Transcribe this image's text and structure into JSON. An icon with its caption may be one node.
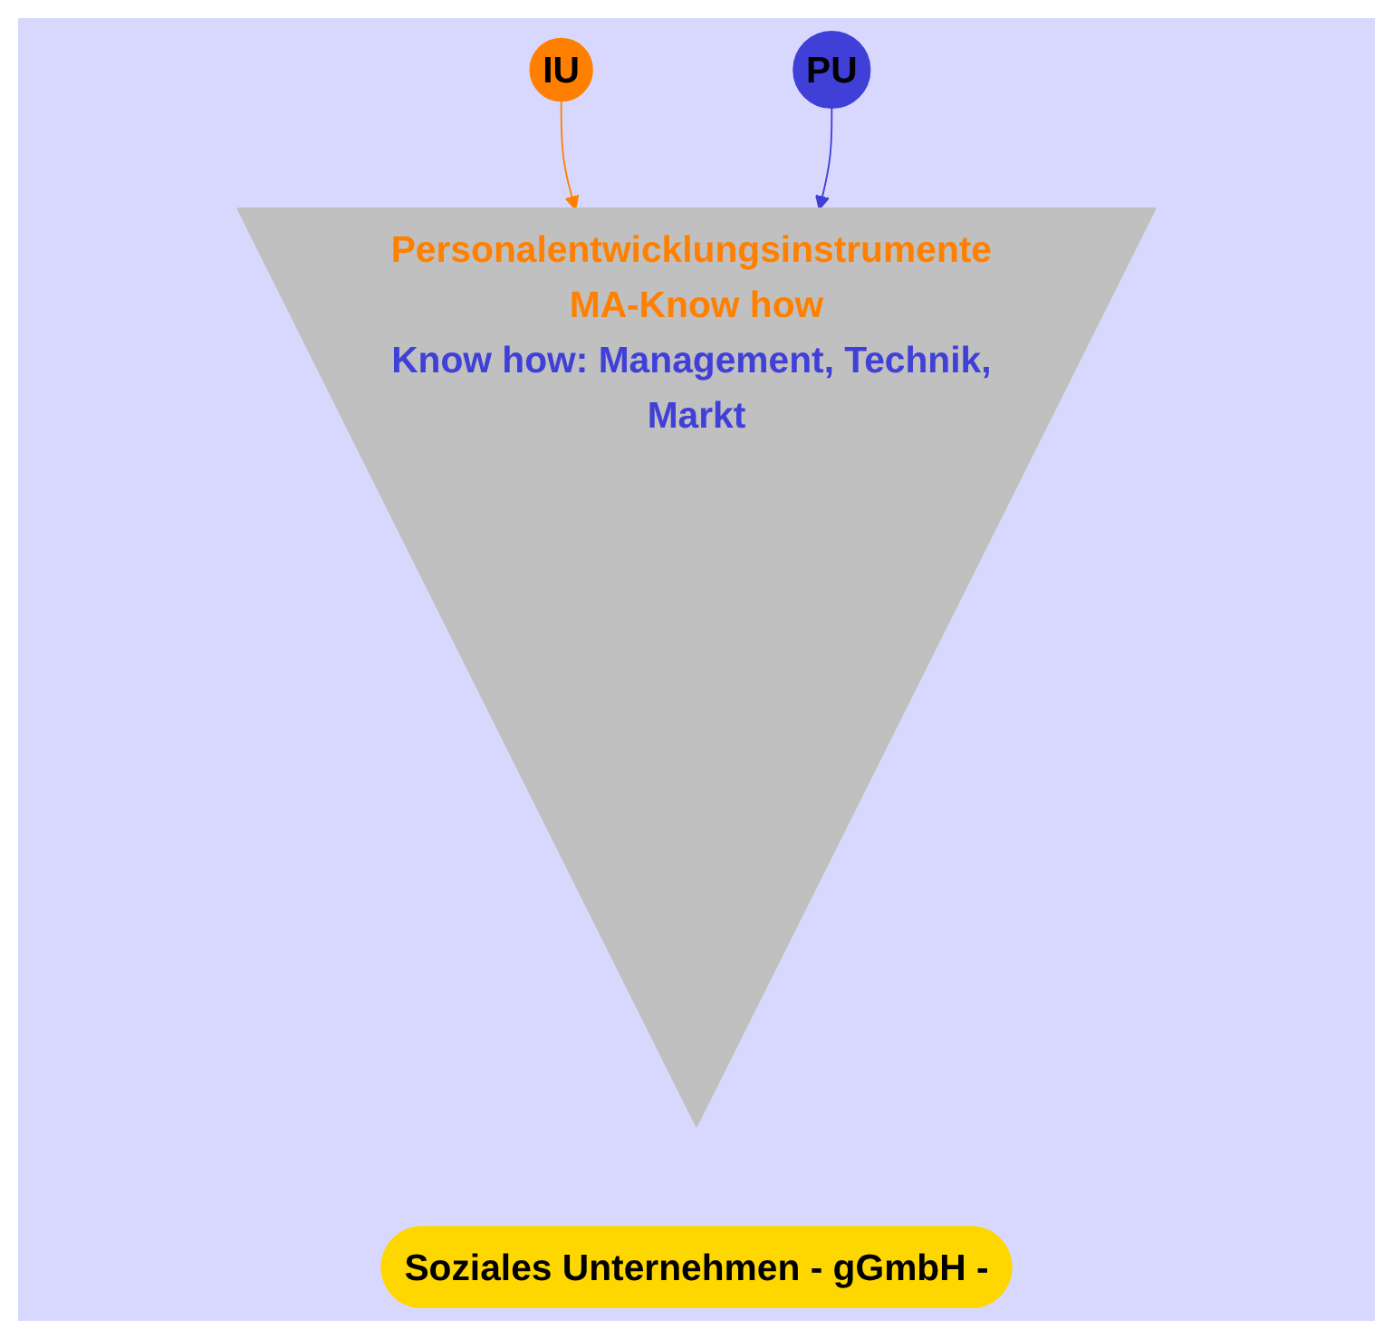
{
  "diagram": {
    "nodes": [
      {
        "text": [
          "IU"
        ]
      },
      {
        "text": [
          "PU"
        ]
      },
      {
        "text": [
          "Personalentwicklungsinstrumente MA-Know how",
          "Know how: Management, Technik, Markt"
        ]
      },
      {
        "text": [
          "Soziales Unternehmen - gGmbH -"
        ]
      }
    ],
    "edges": [
      {
        "from": 0,
        "to": 2,
        "arrow": "to",
        "color": "#ff8000"
      },
      {
        "from": 1,
        "to": 2,
        "arrow": "to",
        "color": "#4040d8"
      }
    ]
  }
}
